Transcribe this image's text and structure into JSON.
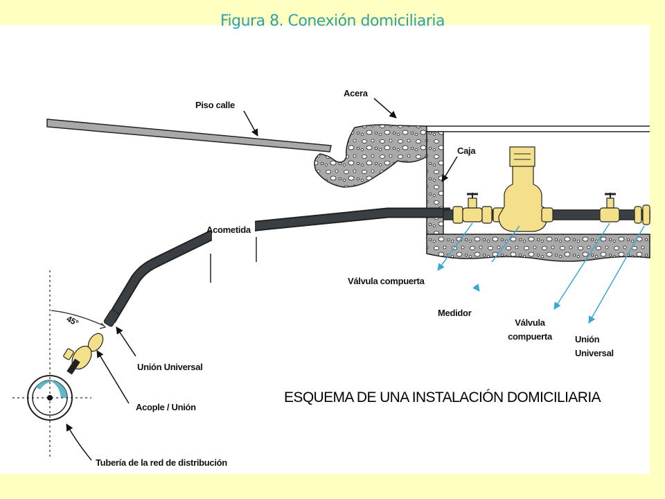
{
  "title": "Figura  8. Conexión domiciliaria",
  "scheme_title": "ESQUEMA DE UNA INSTALACIÓN DOMICILIARIA",
  "labels": {
    "piso_calle": "Piso calle",
    "acera": "Acera",
    "caja": "Caja",
    "acometida": "Acometida",
    "valvula_1": "Válvula compuerta",
    "medidor": "Medidor",
    "valvula_2_line1": "Válvula",
    "valvula_2_line2": "compuerta",
    "union_2_line1": "Unión",
    "union_2_line2": "Universal",
    "union_universal": "Unión Universal",
    "acople": "Acople / Unión",
    "tuberia": "Tubería de la red de distribución",
    "angle": "45°"
  },
  "colors": {
    "background": "#ffffc0",
    "title": "#2e9fb0",
    "concrete": "#a9a9a9",
    "pipe": "#3a3f44",
    "brass": "#f4e08a",
    "water": "#5fb6c4",
    "arrow_blue": "#3aa6d6"
  }
}
